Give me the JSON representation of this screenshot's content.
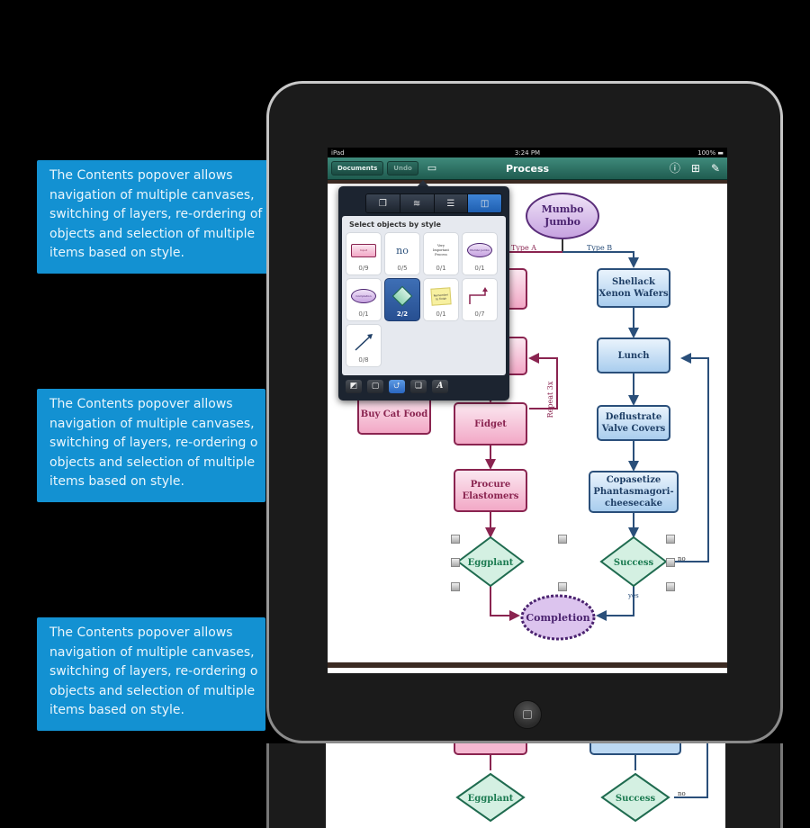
{
  "callouts": [
    {
      "lines": [
        "The Contents popover allows",
        "navigation of multiple canvases,",
        "switching of layers, re-ordering of",
        "objects and selection of multiple",
        "items based on style."
      ]
    },
    {
      "lines": [
        "The Contents popover allows",
        "navigation of multiple canvases,",
        "switching of layers, re-ordering o",
        "objects and selection of multiple",
        "items based on style."
      ]
    },
    {
      "lines": [
        "The Contents popover allows",
        "navigation of multiple canvases,",
        "switching of layers, re-ordering o",
        "objects and selection of multiple",
        "items based on style."
      ]
    }
  ],
  "status_bar": {
    "device": "iPad",
    "time": "3:24 PM",
    "battery": "100%"
  },
  "nav_bar": {
    "documents_label": "Documents",
    "undo_label": "Undo",
    "title": "Process",
    "icons": [
      "contents-icon",
      "info-icon",
      "grid-icon",
      "pencil-icon"
    ]
  },
  "popover": {
    "tabs": [
      {
        "name": "canvases",
        "icon": "❐"
      },
      {
        "name": "layers",
        "icon": "≋"
      },
      {
        "name": "order",
        "icon": "☰"
      },
      {
        "name": "styles",
        "icon": "◫",
        "active": true
      }
    ],
    "heading": "Select objects by style",
    "tiles": [
      {
        "preview": "pink-rect",
        "preview_text": "Input",
        "count": "0/9"
      },
      {
        "preview": "text",
        "preview_text": "no",
        "count": "0/5"
      },
      {
        "preview": "small-text",
        "preview_text": "Very Important Process",
        "count": "0/1"
      },
      {
        "preview": "purple-ellipse",
        "preview_text": "Mumbo Jumbo",
        "count": "0/1"
      },
      {
        "preview": "purple-ellipse",
        "preview_text": "Completion",
        "count": "0/1"
      },
      {
        "preview": "green-diamond",
        "preview_text": "Eggplant",
        "count": "2/2",
        "selected": true
      },
      {
        "preview": "sticky-note",
        "preview_text": "Remember to finish",
        "count": "0/1"
      },
      {
        "preview": "elbow-line",
        "preview_text": "",
        "count": "0/7"
      },
      {
        "preview": "arrow-line",
        "preview_text": "",
        "count": "0/8"
      }
    ],
    "toolbar": [
      {
        "name": "fill",
        "icon": "◩"
      },
      {
        "name": "stroke",
        "icon": "▢"
      },
      {
        "name": "lines",
        "icon": "⮍",
        "active": true
      },
      {
        "name": "shadow",
        "icon": "❏"
      },
      {
        "name": "text",
        "icon": "A"
      }
    ]
  },
  "flowchart": {
    "start": "Mumbo\nJumbo",
    "branch_labels": {
      "a": "Type A",
      "b": "Type B"
    },
    "left_nodes": [
      "Buy Cat Food",
      "Fidget",
      "Procure\nElastomers"
    ],
    "right_nodes": [
      "Shellack\nXenon Wafers",
      "Lunch",
      "Deflustrate\nValve Covers",
      "Copasetize\nPhantasmagori-\ncheesecake"
    ],
    "decisions": [
      "Eggplant",
      "Success"
    ],
    "end": "Completion",
    "edge_labels": {
      "repeat": "Repeat 3x",
      "no": "no",
      "yes": "yes"
    }
  }
}
